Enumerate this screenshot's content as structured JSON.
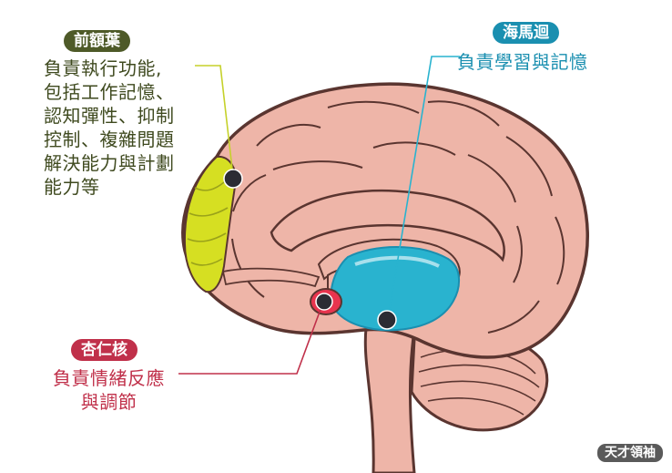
{
  "labels": {
    "prefrontal": {
      "title": "前額葉",
      "desc": "負責執行功能,\n包括工作記憶、\n認知彈性、抑制\n控制、複雜問題\n解決能力與計劃\n能力等"
    },
    "hippocampus": {
      "title": "海馬迴",
      "desc": "負責學習與記憶"
    },
    "amygdala": {
      "title": "杏仁核",
      "desc": "負責情緒反應\n與調節"
    }
  },
  "colors": {
    "prefrontal": "#d6df22",
    "prefrontal_badge": "#4e5a28",
    "hippocampus": "#29b3cf",
    "hippocampus_badge": "#1a8fb0",
    "amygdala": "#e8344e",
    "amygdala_badge": "#c0304a",
    "brain_fill": "#eeb5a8",
    "brain_outline": "#5a3530",
    "dot": "#2c2c34"
  },
  "logo": "天才領袖"
}
